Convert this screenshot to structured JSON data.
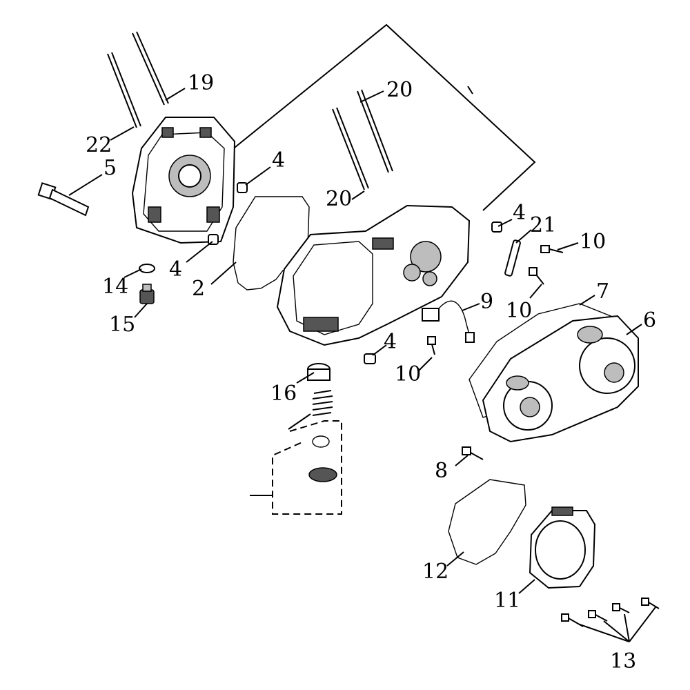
{
  "labels": {
    "l1": "19",
    "l2": "22",
    "l3": "5",
    "l4": "4",
    "l5": "20",
    "l6": "20",
    "l7": "4",
    "l8": "2",
    "l9": "14",
    "l10": "15",
    "l11": "4",
    "l12": "21",
    "l13": "10",
    "l14": "10",
    "l15": "9",
    "l16": "7",
    "l17": "6",
    "l18": "4",
    "l19": "10",
    "l20": "16",
    "l21": "8",
    "l22": "12",
    "l23": "11",
    "l24": "13"
  }
}
